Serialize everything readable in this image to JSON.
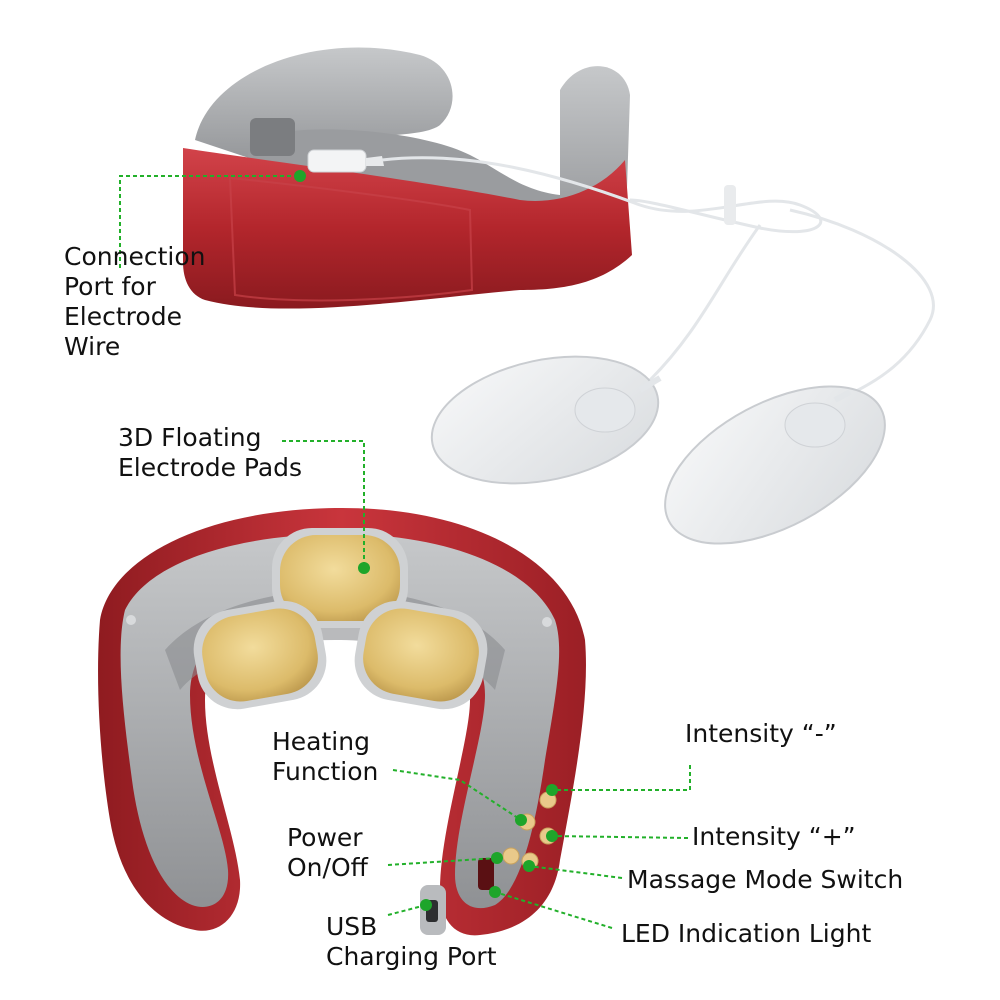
{
  "labels": {
    "connection_port": [
      "Connection",
      "Port for",
      "Electrode",
      "Wire"
    ],
    "floating_pads": [
      "3D Floating",
      "Electrode Pads"
    ],
    "heating": [
      "Heating",
      "Function"
    ],
    "intensity_minus": "Intensity “-”",
    "intensity_plus": "Intensity “+”",
    "power": [
      "Power",
      "On/Off"
    ],
    "massage_mode": "Massage Mode Switch",
    "usb": [
      "USB",
      "Charging Port"
    ],
    "led": "LED Indication Light"
  },
  "colors": {
    "device_red": "#b3262c",
    "device_gray": "#a9abae",
    "pad_gold": "#e4c77c",
    "electrode_white": "#eef0f2",
    "leader_green": "#22b02a",
    "text": "#111111"
  }
}
